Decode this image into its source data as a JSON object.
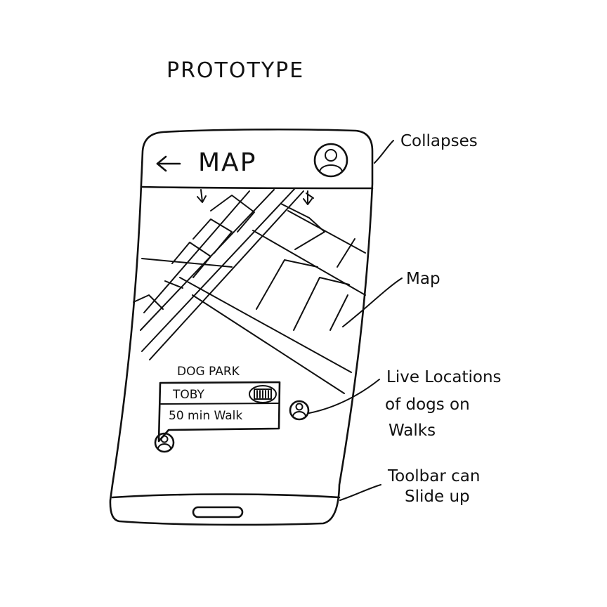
{
  "title": "PROTOTYPE",
  "phone": {
    "header": {
      "back_icon": "arrow-left-icon",
      "title": "MAP",
      "profile_icon": "user-avatar-icon"
    },
    "popup": {
      "place": "DOG PARK",
      "dog_name": "TOBY",
      "walk_info": "50 min Walk",
      "badge_icon": "dog-badge-icon"
    },
    "dog_markers": [
      "dog-location-marker",
      "dog-location-marker"
    ],
    "home_button_icon": "home-button-icon"
  },
  "annotations": {
    "collapses": "Collapses",
    "map": "Map",
    "live_locations": [
      "Live Locations",
      "of dogs on",
      "Walks"
    ],
    "toolbar": [
      "Toolbar can",
      "Slide up"
    ]
  }
}
